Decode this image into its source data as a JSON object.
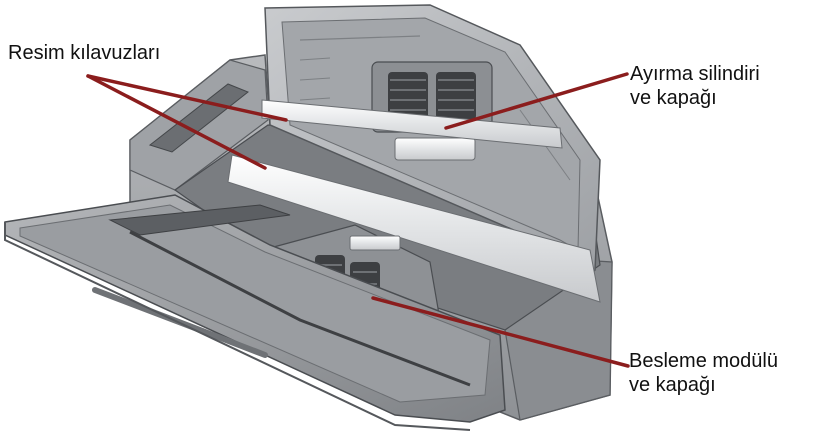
{
  "labels": {
    "image_guides": "Resim kılavuzları",
    "separation_roller_line1": "Ayırma silindiri",
    "separation_roller_line2": "ve kapağı",
    "feed_module_line1": "Besleme modülü",
    "feed_module_line2": "ve kapağı"
  },
  "colors": {
    "callout_line": "#8b1d1d",
    "scanner_body": "#a7a9ac",
    "scanner_dark": "#55585c",
    "glass": "#eef0f2"
  }
}
